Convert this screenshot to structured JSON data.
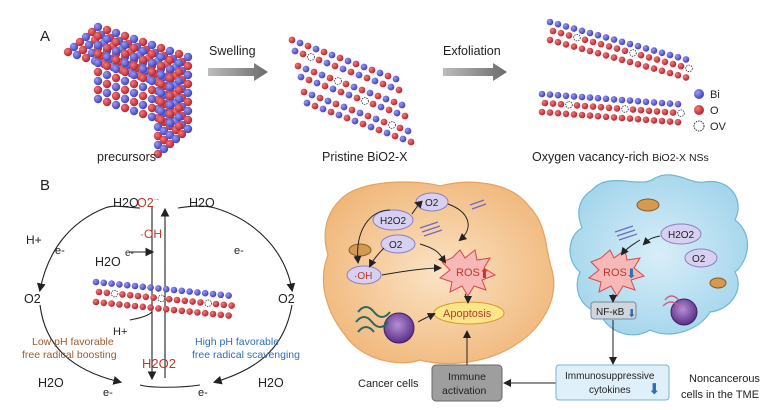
{
  "panel_a": {
    "label": "A",
    "arrow1": "Swelling",
    "arrow2": "Exfoliation",
    "caption1": "precursors",
    "caption2": "Pristine BiO2-X",
    "caption3_main": "Oxygen vacancy-rich ",
    "caption3_formula": "BiO2-X",
    "caption3_tail": " NSs",
    "legend": [
      {
        "label": "Bi",
        "color": "#5b5bd6"
      },
      {
        "label": "O",
        "color": "#d9333f"
      },
      {
        "label": "OV",
        "color": "#ffffff"
      }
    ]
  },
  "panel_b": {
    "label": "B",
    "h2o": "H2O",
    "o2": "O2",
    "o2_radical": "O2",
    "o2_radical_sup": "·-",
    "oh": "·OH",
    "h_plus": "H+",
    "e_minus": "e-",
    "h2o2": "H2O2",
    "low_ph_1": "Low pH favorable",
    "low_ph_2": "free radical boosting",
    "high_ph_1": "High pH favorable",
    "high_ph_2": "free radical scavenging",
    "cancer": {
      "o2": "O2",
      "h2o2": "H2O2",
      "o2r": "O2",
      "oh": "·OH",
      "ros": "ROS",
      "apoptosis": "Apoptosis",
      "label": "Cancer cells"
    },
    "immune": {
      "line1": "Immune",
      "line2": "activation"
    },
    "noncancer": {
      "h2o2": "H2O2",
      "o2r": "O2",
      "ros": "ROS",
      "nfkb": "NF-κB",
      "cyt1": "Immunosuppressive",
      "cyt2": "cytokines",
      "label1": "Noncancerous",
      "label2": "cells in the TME"
    }
  }
}
